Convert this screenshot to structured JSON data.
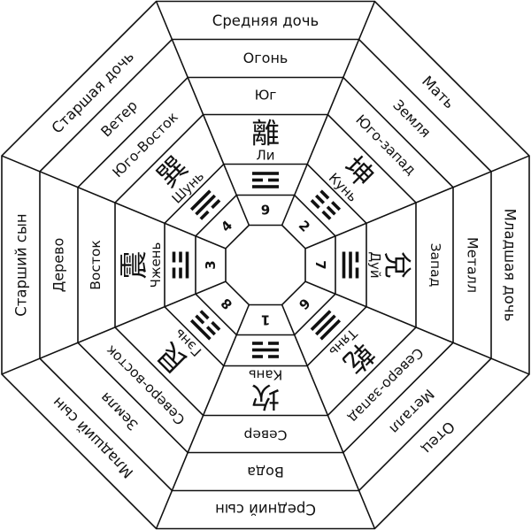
{
  "sectors": [
    {
      "key": "south",
      "relation": "Средняя дочь",
      "element": "Огонь",
      "direction": "Юг",
      "character": "離",
      "name": "Ли",
      "number": "9",
      "lines": [
        1,
        0,
        1
      ]
    },
    {
      "key": "southwest",
      "relation": "Мать",
      "element": "Земля",
      "direction": "Юго-запад",
      "character": "坤",
      "name": "Кунь",
      "number": "2",
      "lines": [
        0,
        0,
        0
      ]
    },
    {
      "key": "west",
      "relation": "Младшая дочь",
      "element": "Металл",
      "direction": "Запад",
      "character": "兌",
      "name": "Дуй",
      "number": "7",
      "lines": [
        0,
        1,
        1
      ]
    },
    {
      "key": "northwest",
      "relation": "Отец",
      "element": "Металл",
      "direction": "Северо-запад",
      "character": "乾",
      "name": "Тянь",
      "number": "6",
      "lines": [
        1,
        1,
        1
      ]
    },
    {
      "key": "north",
      "relation": "Средний сын",
      "element": "Вода",
      "direction": "Север",
      "character": "坎",
      "name": "Кань",
      "number": "1",
      "lines": [
        0,
        1,
        0
      ]
    },
    {
      "key": "northeast",
      "relation": "Младший сын",
      "element": "Земля",
      "direction": "Северо-восток",
      "character": "艮",
      "name": "Гэнь",
      "number": "8",
      "lines": [
        1,
        0,
        0
      ]
    },
    {
      "key": "east",
      "relation": "Старший сын",
      "element": "Дерево",
      "direction": "Восток",
      "character": "震",
      "name": "Чжень",
      "number": "3",
      "lines": [
        0,
        0,
        1
      ]
    },
    {
      "key": "southeast",
      "relation": "Старшая дочь",
      "element": "Ветер",
      "direction": "Юго-Восток",
      "character": "巽",
      "name": "Шунь",
      "number": "4",
      "lines": [
        1,
        1,
        0
      ]
    }
  ]
}
